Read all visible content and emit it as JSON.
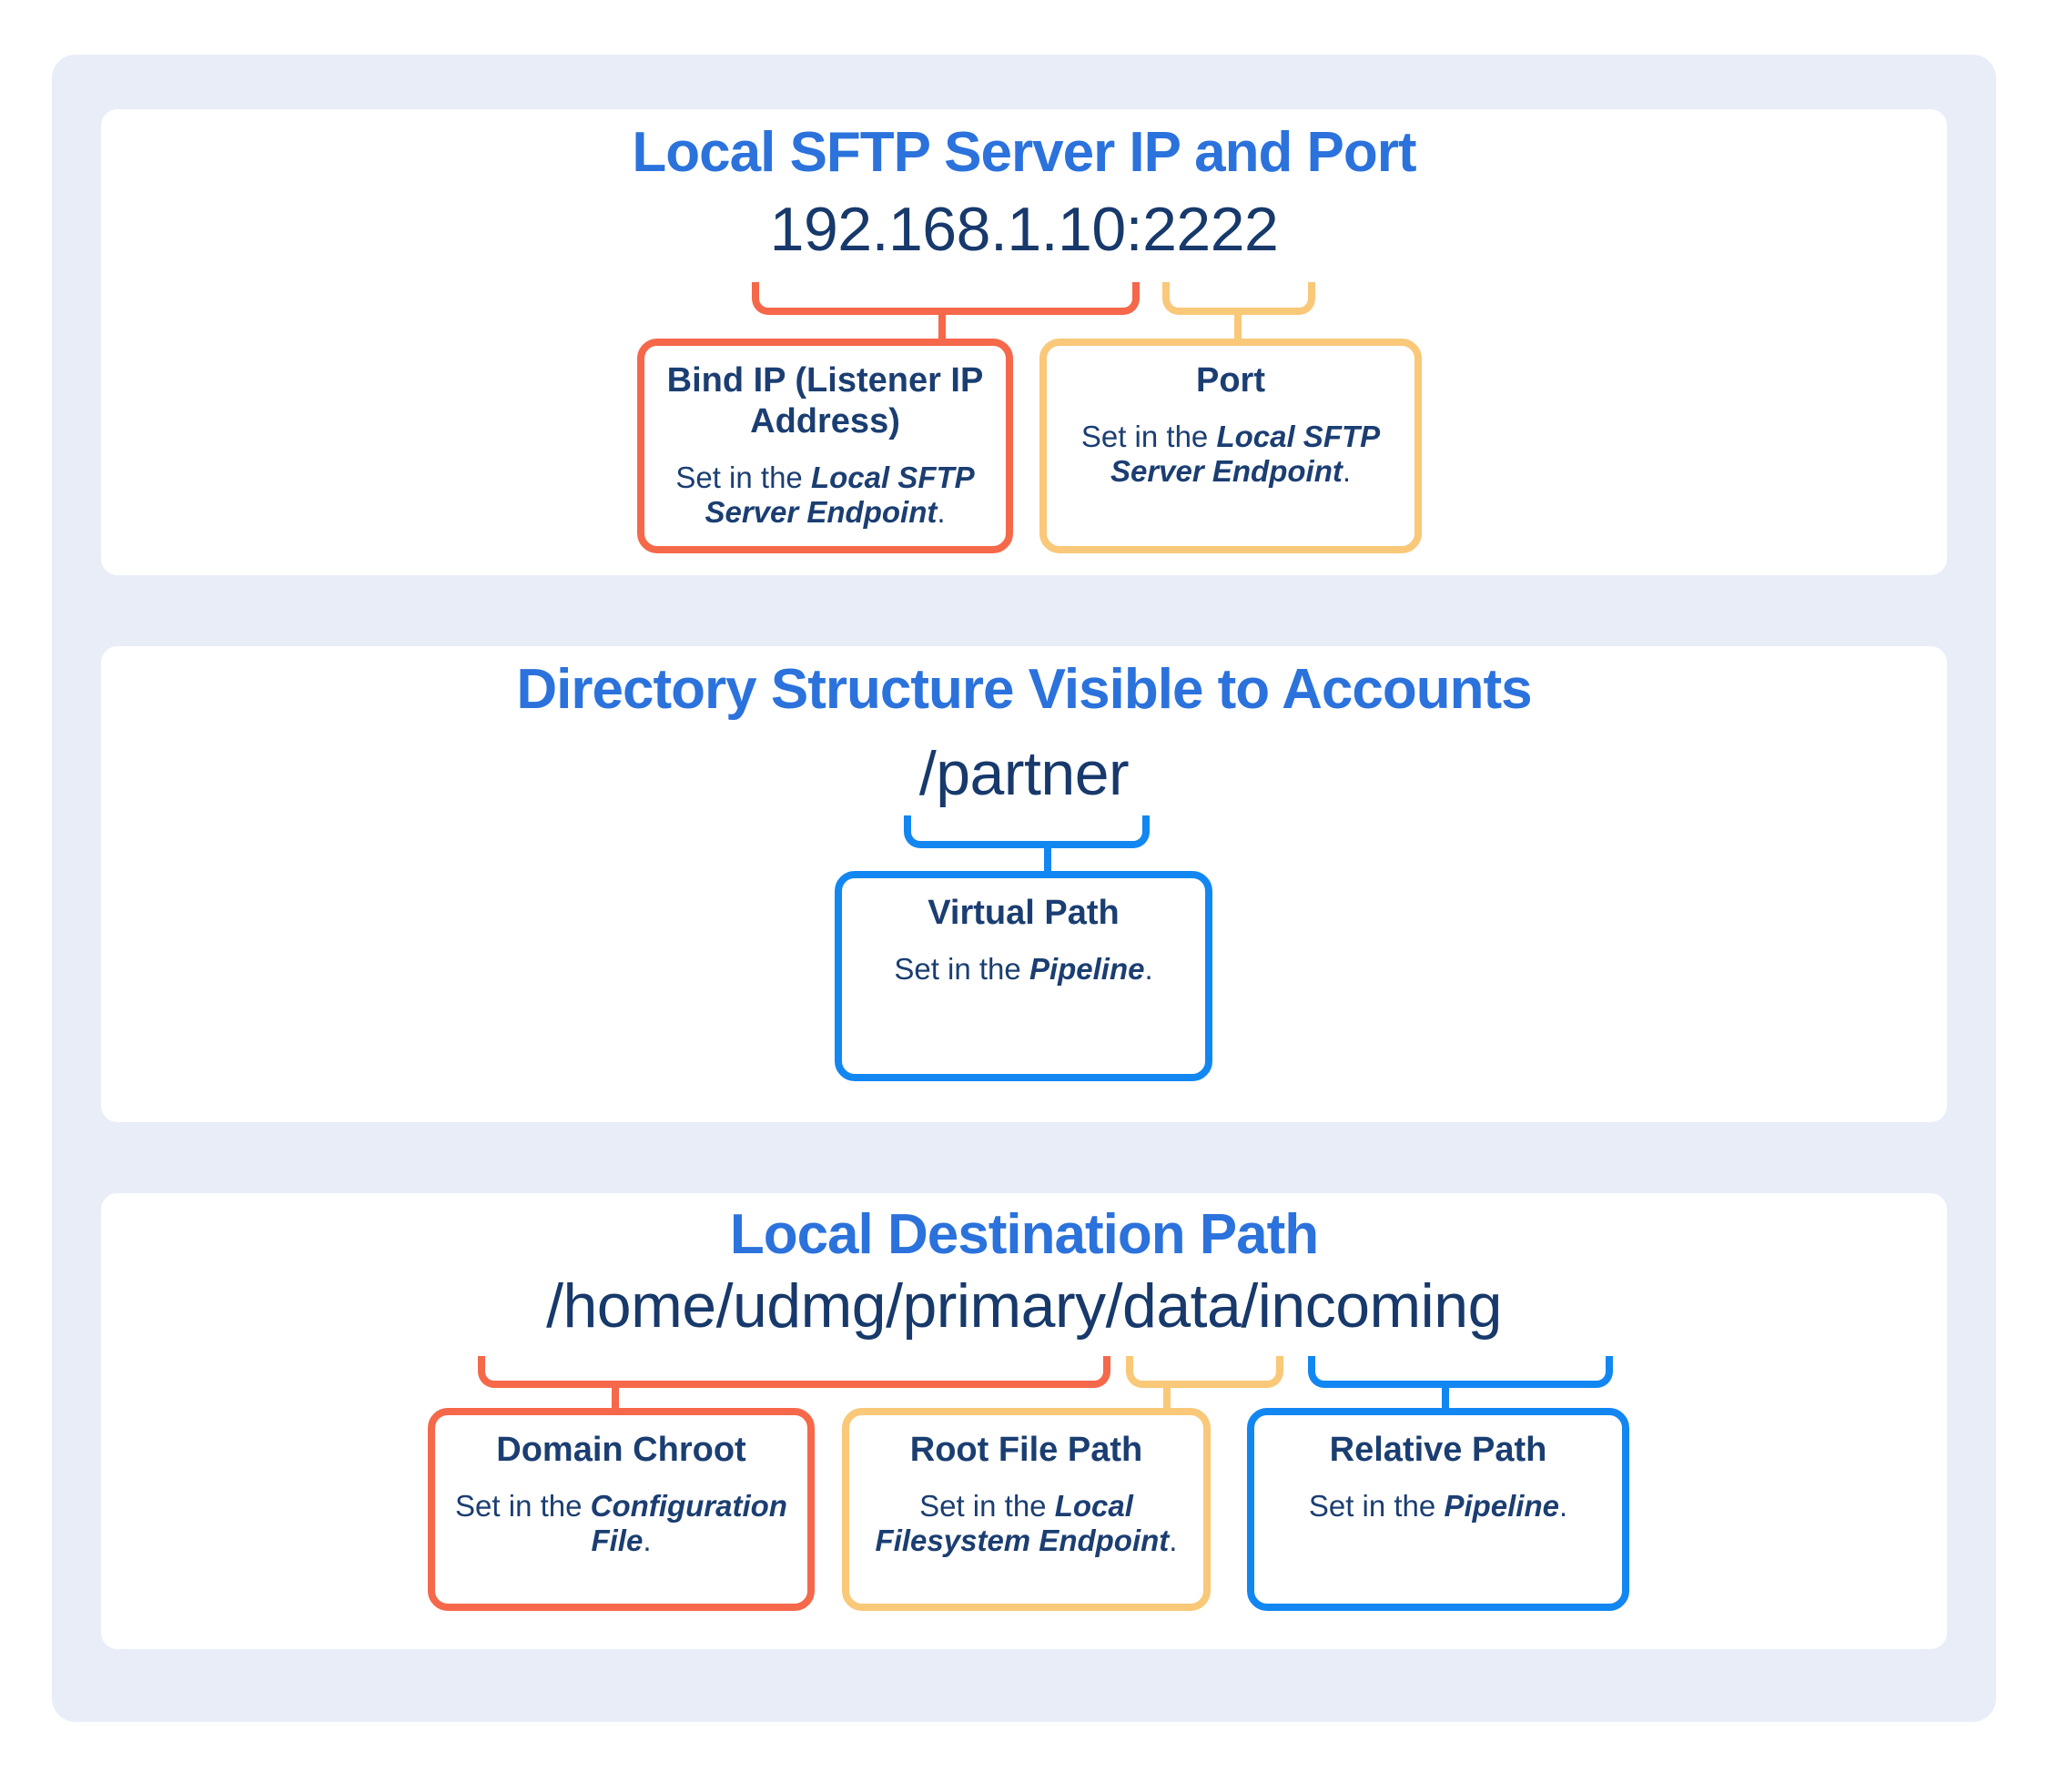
{
  "colors": {
    "accent_red": "#F5684A",
    "accent_yellow": "#F9C878",
    "accent_blue": "#1287F1",
    "title_blue": "#2B72DC",
    "value_navy": "#17396B",
    "navy": "#1B3E72",
    "container_bg": "#E8EDF8",
    "card_bg": "#FFFFFF",
    "page_bg": "#FFFFFF"
  },
  "sections": {
    "sftp": {
      "title": "Local SFTP Server IP and Port",
      "value": "192.168.1.10:2222",
      "boxes": {
        "bind_ip": {
          "header": [
            "Bind IP (Listener IP",
            "Address)"
          ],
          "body": [
            {
              "pre": "Set in the ",
              "em": "Local SFTP",
              "post": ""
            },
            {
              "pre": "",
              "em": "Server Endpoint",
              "post": "."
            }
          ]
        },
        "port": {
          "header": [
            "Port"
          ],
          "body": [
            {
              "pre": "Set in the ",
              "em": "Local SFTP",
              "post": ""
            },
            {
              "pre": "",
              "em": "Server Endpoint",
              "post": "."
            }
          ]
        }
      }
    },
    "directory": {
      "title": "Directory Structure Visible to Accounts",
      "value": "/partner",
      "boxes": {
        "virtual_path": {
          "header": [
            "Virtual Path"
          ],
          "body": [
            {
              "pre": "Set in the ",
              "em": "Pipeline",
              "post": "."
            }
          ]
        }
      }
    },
    "destination": {
      "title": "Local Destination Path",
      "value": "/home/udmg/primary/data/incoming",
      "boxes": {
        "domain_chroot": {
          "header": [
            "Domain Chroot"
          ],
          "body": [
            {
              "pre": "Set in the ",
              "em": "Configuration",
              "post": ""
            },
            {
              "pre": "",
              "em": "File",
              "post": "."
            }
          ]
        },
        "root_file_path": {
          "header": [
            "Root File Path"
          ],
          "body": [
            {
              "pre": "Set in the ",
              "em": "Local",
              "post": ""
            },
            {
              "pre": "",
              "em": "Filesystem Endpoint",
              "post": "."
            }
          ]
        },
        "relative_path": {
          "header": [
            "Relative Path"
          ],
          "body": [
            {
              "pre": "Set in the ",
              "em": "Pipeline",
              "post": "."
            }
          ]
        }
      }
    }
  }
}
